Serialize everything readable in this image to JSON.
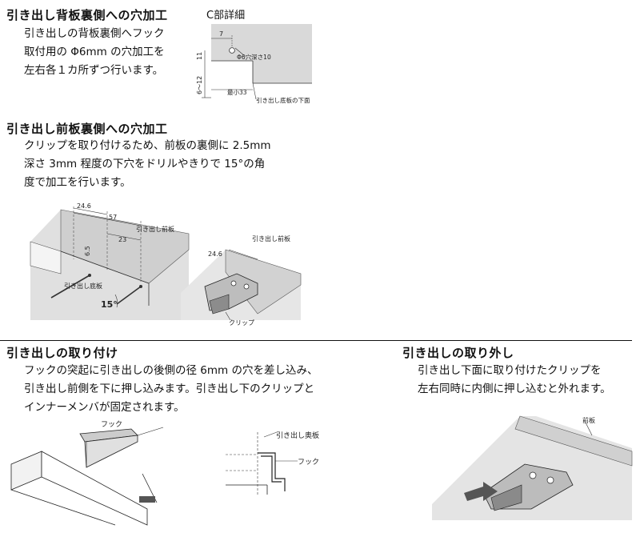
{
  "section_back_hole": {
    "title": "引き出し背板裏側への穴加工",
    "lines": [
      "引き出しの背板裏側へフック",
      "取付用の Φ6mm の穴加工を",
      "左右各１カ所ずつ行います。"
    ]
  },
  "detail_c": {
    "title": "C部詳細",
    "dim_7": "7",
    "dim_11": "11",
    "dim_6_12": "6〜12",
    "hole_label": "Φ6穴深さ10",
    "min_label": "最小33",
    "bottom_label": "引き出し底板の下面"
  },
  "section_front_hole": {
    "title": "引き出し前板裏側への穴加工",
    "lines": [
      "クリップを取り付けるため、前板の裏側に 2.5mm",
      "深さ 3mm 程度の下穴をドリルやきりで 15°の角",
      "度で加工を行います。"
    ]
  },
  "front_diagram": {
    "dim_24_6": "24.6",
    "dim_57": "57",
    "dim_23": "23",
    "dim_6_5": "6.5",
    "angle": "15°",
    "front_board_label": "引き出し前板",
    "bottom_board_label": "引き出し底板"
  },
  "clip_diagram": {
    "front_board_label": "引き出し前板",
    "dim_24_6": "24.6",
    "clip_label": "クリップ"
  },
  "section_mount": {
    "title": "引き出しの取り付け",
    "lines": [
      "フックの突起に引き出しの後側の径 6mm の穴を差し込み、",
      "引き出し前側を下に押し込みます。引き出し下のクリップと",
      "インナーメンバが固定されます。"
    ],
    "hook_label": "フック"
  },
  "hook_detail": {
    "back_board_label": "引き出し奥板",
    "hook_label": "フック"
  },
  "section_remove": {
    "title": "引き出しの取り外し",
    "lines": [
      "引き出し下面に取り付けたクリップを",
      "左右同時に内側に押し込むと外れます。"
    ],
    "front_label": "前板"
  }
}
